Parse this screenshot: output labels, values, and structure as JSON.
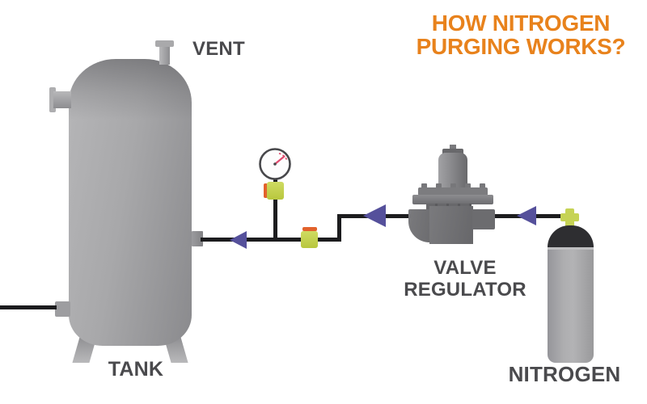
{
  "title": {
    "text": "HOW NITROGEN PURGING WORKS?",
    "line1": "HOW NITROGEN",
    "line2": "PURGING WORKS?"
  },
  "labels": {
    "vent": "VENT",
    "tank": "TANK",
    "valve_regulator_line1": "VALVE",
    "valve_regulator_line2": "REGULATOR",
    "nitrogen": "NITROGEN"
  },
  "components": [
    {
      "icon": "tank-icon",
      "label": "TANK"
    },
    {
      "icon": "vent-nozzle-icon",
      "label": "VENT"
    },
    {
      "icon": "pressure-gauge-icon"
    },
    {
      "icon": "ball-valve-icon",
      "count": 2
    },
    {
      "icon": "regulator-valve-icon",
      "label": "VALVE REGULATOR"
    },
    {
      "icon": "gas-cylinder-icon",
      "label": "NITROGEN"
    },
    {
      "icon": "flow-arrow-icon",
      "direction": "left",
      "count": 3
    }
  ],
  "colors": {
    "title_orange": "#E8821C",
    "label_gray": "#4A4A4D",
    "pipe_black": "#1C1C1E",
    "arrow_purple": "#55509B",
    "valve_green": "#C6D355",
    "valve_handle_orange": "#E2622C",
    "tank_gray": "#A0A0A3",
    "regulator_gray": "#6D6D70",
    "cylinder_gray": "#A6A6A8",
    "cylinder_top_black": "#2E2E31",
    "gauge_needle_red": "#E04A6E",
    "background": "#FFFFFF"
  }
}
